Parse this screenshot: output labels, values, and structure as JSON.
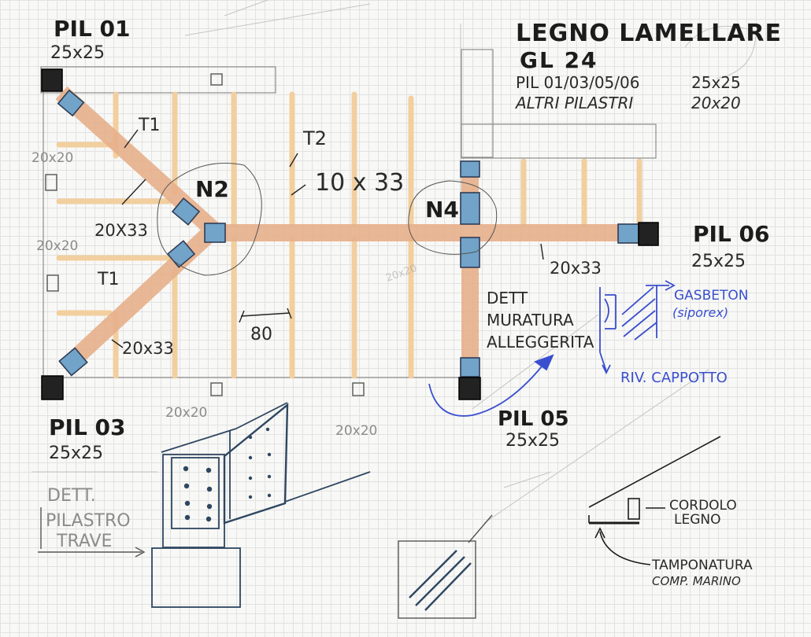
{
  "title": {
    "line1": "LEGNO LAMELLARE",
    "line2": "GL 24",
    "row1_left": "PIL 01/03/05/06",
    "row1_right": "25x25",
    "row2_left": "ALTRI PILASTRI",
    "row2_right": "20x20"
  },
  "pillars": {
    "pil01_name": "PIL 01",
    "pil01_size": "25x25",
    "pil03_name": "PIL 03",
    "pil03_size": "25x25",
    "pil05_name": "PIL 05",
    "pil05_size": "25x25",
    "pil06_name": "PIL 06",
    "pil06_size": "25x25"
  },
  "nodes": {
    "n2": "N2",
    "n4": "N4"
  },
  "beams": {
    "t1_upper": "T1",
    "t1_lower": "T1",
    "t2": "T2",
    "section_20x33_upper": "20X33",
    "section_20x33_lower": "20x33",
    "section_20x33_right": "20x33",
    "section_10x33": "10 x 33",
    "spacing_80": "80"
  },
  "small_pillars": {
    "left_top": "20x20",
    "left_bottom": "20x20",
    "bottom_left": "20x20",
    "bottom_mid": "20x20",
    "faint": "20x20"
  },
  "details": {
    "wall_l1": "DETT",
    "wall_l2": "MURATURA",
    "wall_l3": "ALLEGGERITA",
    "gasbeton": "GASBETON",
    "siporex": "(siporex)",
    "cappotto": "RIV. CAPPOTTO",
    "pilastro_l1": "DETT.",
    "pilastro_l2": "PILASTRO",
    "pilastro_l3": "TRAVE",
    "cordolo_l1": "CORDOLO",
    "cordolo_l2": "LEGNO",
    "tamponatura_l1": "TAMPONATURA",
    "tamponatura_l2": "COMP. MARINO"
  },
  "colors": {
    "ink": "#1c1c1c",
    "beam": "#e9b48c",
    "connector": "#6f9fc6",
    "pencil_blue": "#3a4fcf",
    "joist": "#f3d2a4"
  }
}
